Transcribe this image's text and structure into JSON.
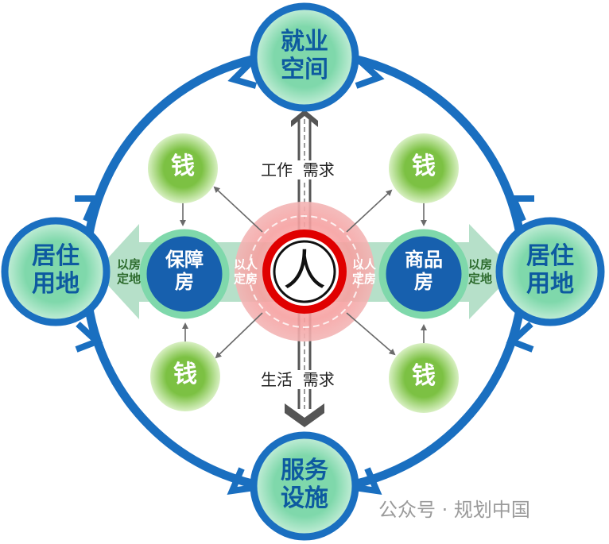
{
  "nodes": {
    "employment": "就业\n空间",
    "residential_left": "居住\n用地",
    "residential_right": "居住\n用地",
    "service": "服务\n设施",
    "affordable_housing": "保障\n房",
    "commercial_housing": "商品\n房",
    "person": "人",
    "money": "钱"
  },
  "edge_labels": {
    "person_to_housing": "以人\n定房",
    "housing_to_land": "以房\n定地",
    "work_need": "工作  需求",
    "life_need": "生活  需求"
  },
  "watermark": "公众号 · 规划中国",
  "colors": {
    "outer_blue": "#1a6fc0",
    "node_fill": "#7fd8ab",
    "housing_fill": "#1760ae",
    "money_fill": "#7cc143",
    "person_ring": "#e00000",
    "arrow_green": "#a9dbc0"
  }
}
